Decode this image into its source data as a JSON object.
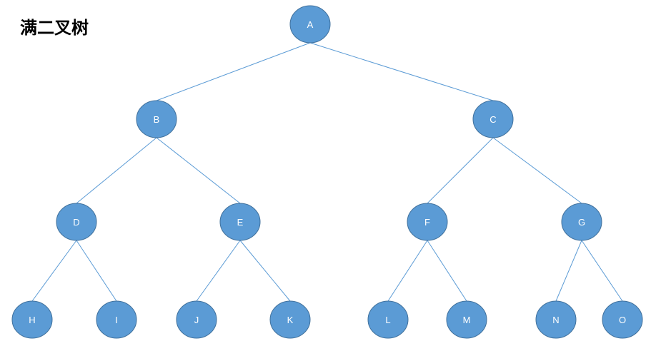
{
  "title": "满二叉树",
  "colors": {
    "node_fill": "#5B9BD5",
    "node_stroke": "#41719C",
    "edge": "#5B9BD5",
    "label": "#ffffff"
  },
  "nodes": [
    {
      "id": "A",
      "label": "A"
    },
    {
      "id": "B",
      "label": "B"
    },
    {
      "id": "C",
      "label": "C"
    },
    {
      "id": "D",
      "label": "D"
    },
    {
      "id": "E",
      "label": "E"
    },
    {
      "id": "F",
      "label": "F"
    },
    {
      "id": "G",
      "label": "G"
    },
    {
      "id": "H",
      "label": "H"
    },
    {
      "id": "I",
      "label": "I"
    },
    {
      "id": "J",
      "label": "J"
    },
    {
      "id": "K",
      "label": "K"
    },
    {
      "id": "L",
      "label": "L"
    },
    {
      "id": "M",
      "label": "M"
    },
    {
      "id": "N",
      "label": "N"
    },
    {
      "id": "O",
      "label": "O"
    }
  ],
  "edges": [
    [
      "A",
      "B"
    ],
    [
      "A",
      "C"
    ],
    [
      "B",
      "D"
    ],
    [
      "B",
      "E"
    ],
    [
      "C",
      "F"
    ],
    [
      "C",
      "G"
    ],
    [
      "D",
      "H"
    ],
    [
      "D",
      "I"
    ],
    [
      "E",
      "J"
    ],
    [
      "E",
      "K"
    ],
    [
      "F",
      "L"
    ],
    [
      "F",
      "M"
    ],
    [
      "G",
      "N"
    ],
    [
      "G",
      "O"
    ]
  ]
}
